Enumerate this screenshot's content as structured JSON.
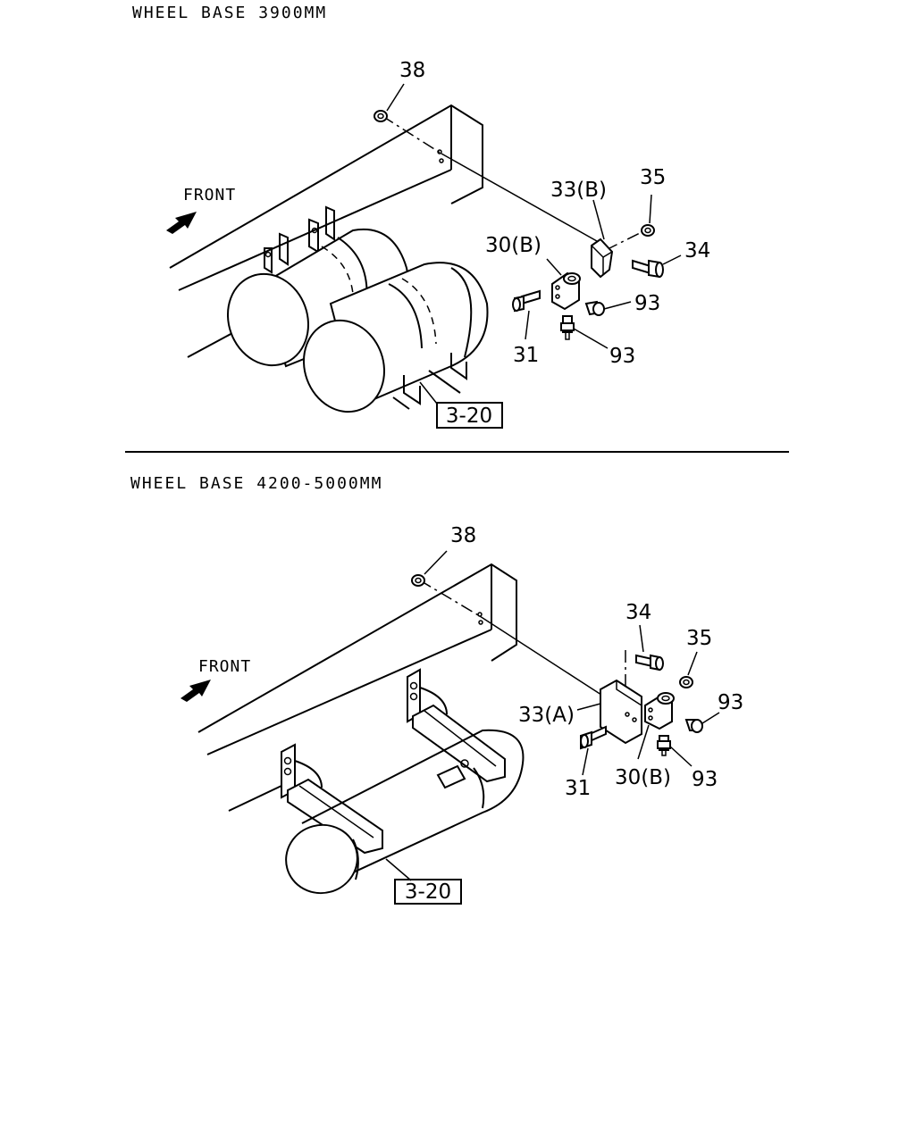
{
  "upper": {
    "heading": "WHEEL BASE 3900MM",
    "front": "FRONT",
    "labels": {
      "p38": "38",
      "p35": "35",
      "p33": "33(B)",
      "p34": "34",
      "p30": "30(B)",
      "p93a": "93",
      "p31": "31",
      "p93b": "93"
    },
    "ref": "3-20"
  },
  "lower": {
    "heading": "WHEEL BASE 4200-5000MM",
    "front": "FRONT",
    "labels": {
      "p38": "38",
      "p34": "34",
      "p35": "35",
      "p93a": "93",
      "p33": "33(A)",
      "p31": "31",
      "p30": "30(B)",
      "p93b": "93"
    },
    "ref": "3-20"
  }
}
